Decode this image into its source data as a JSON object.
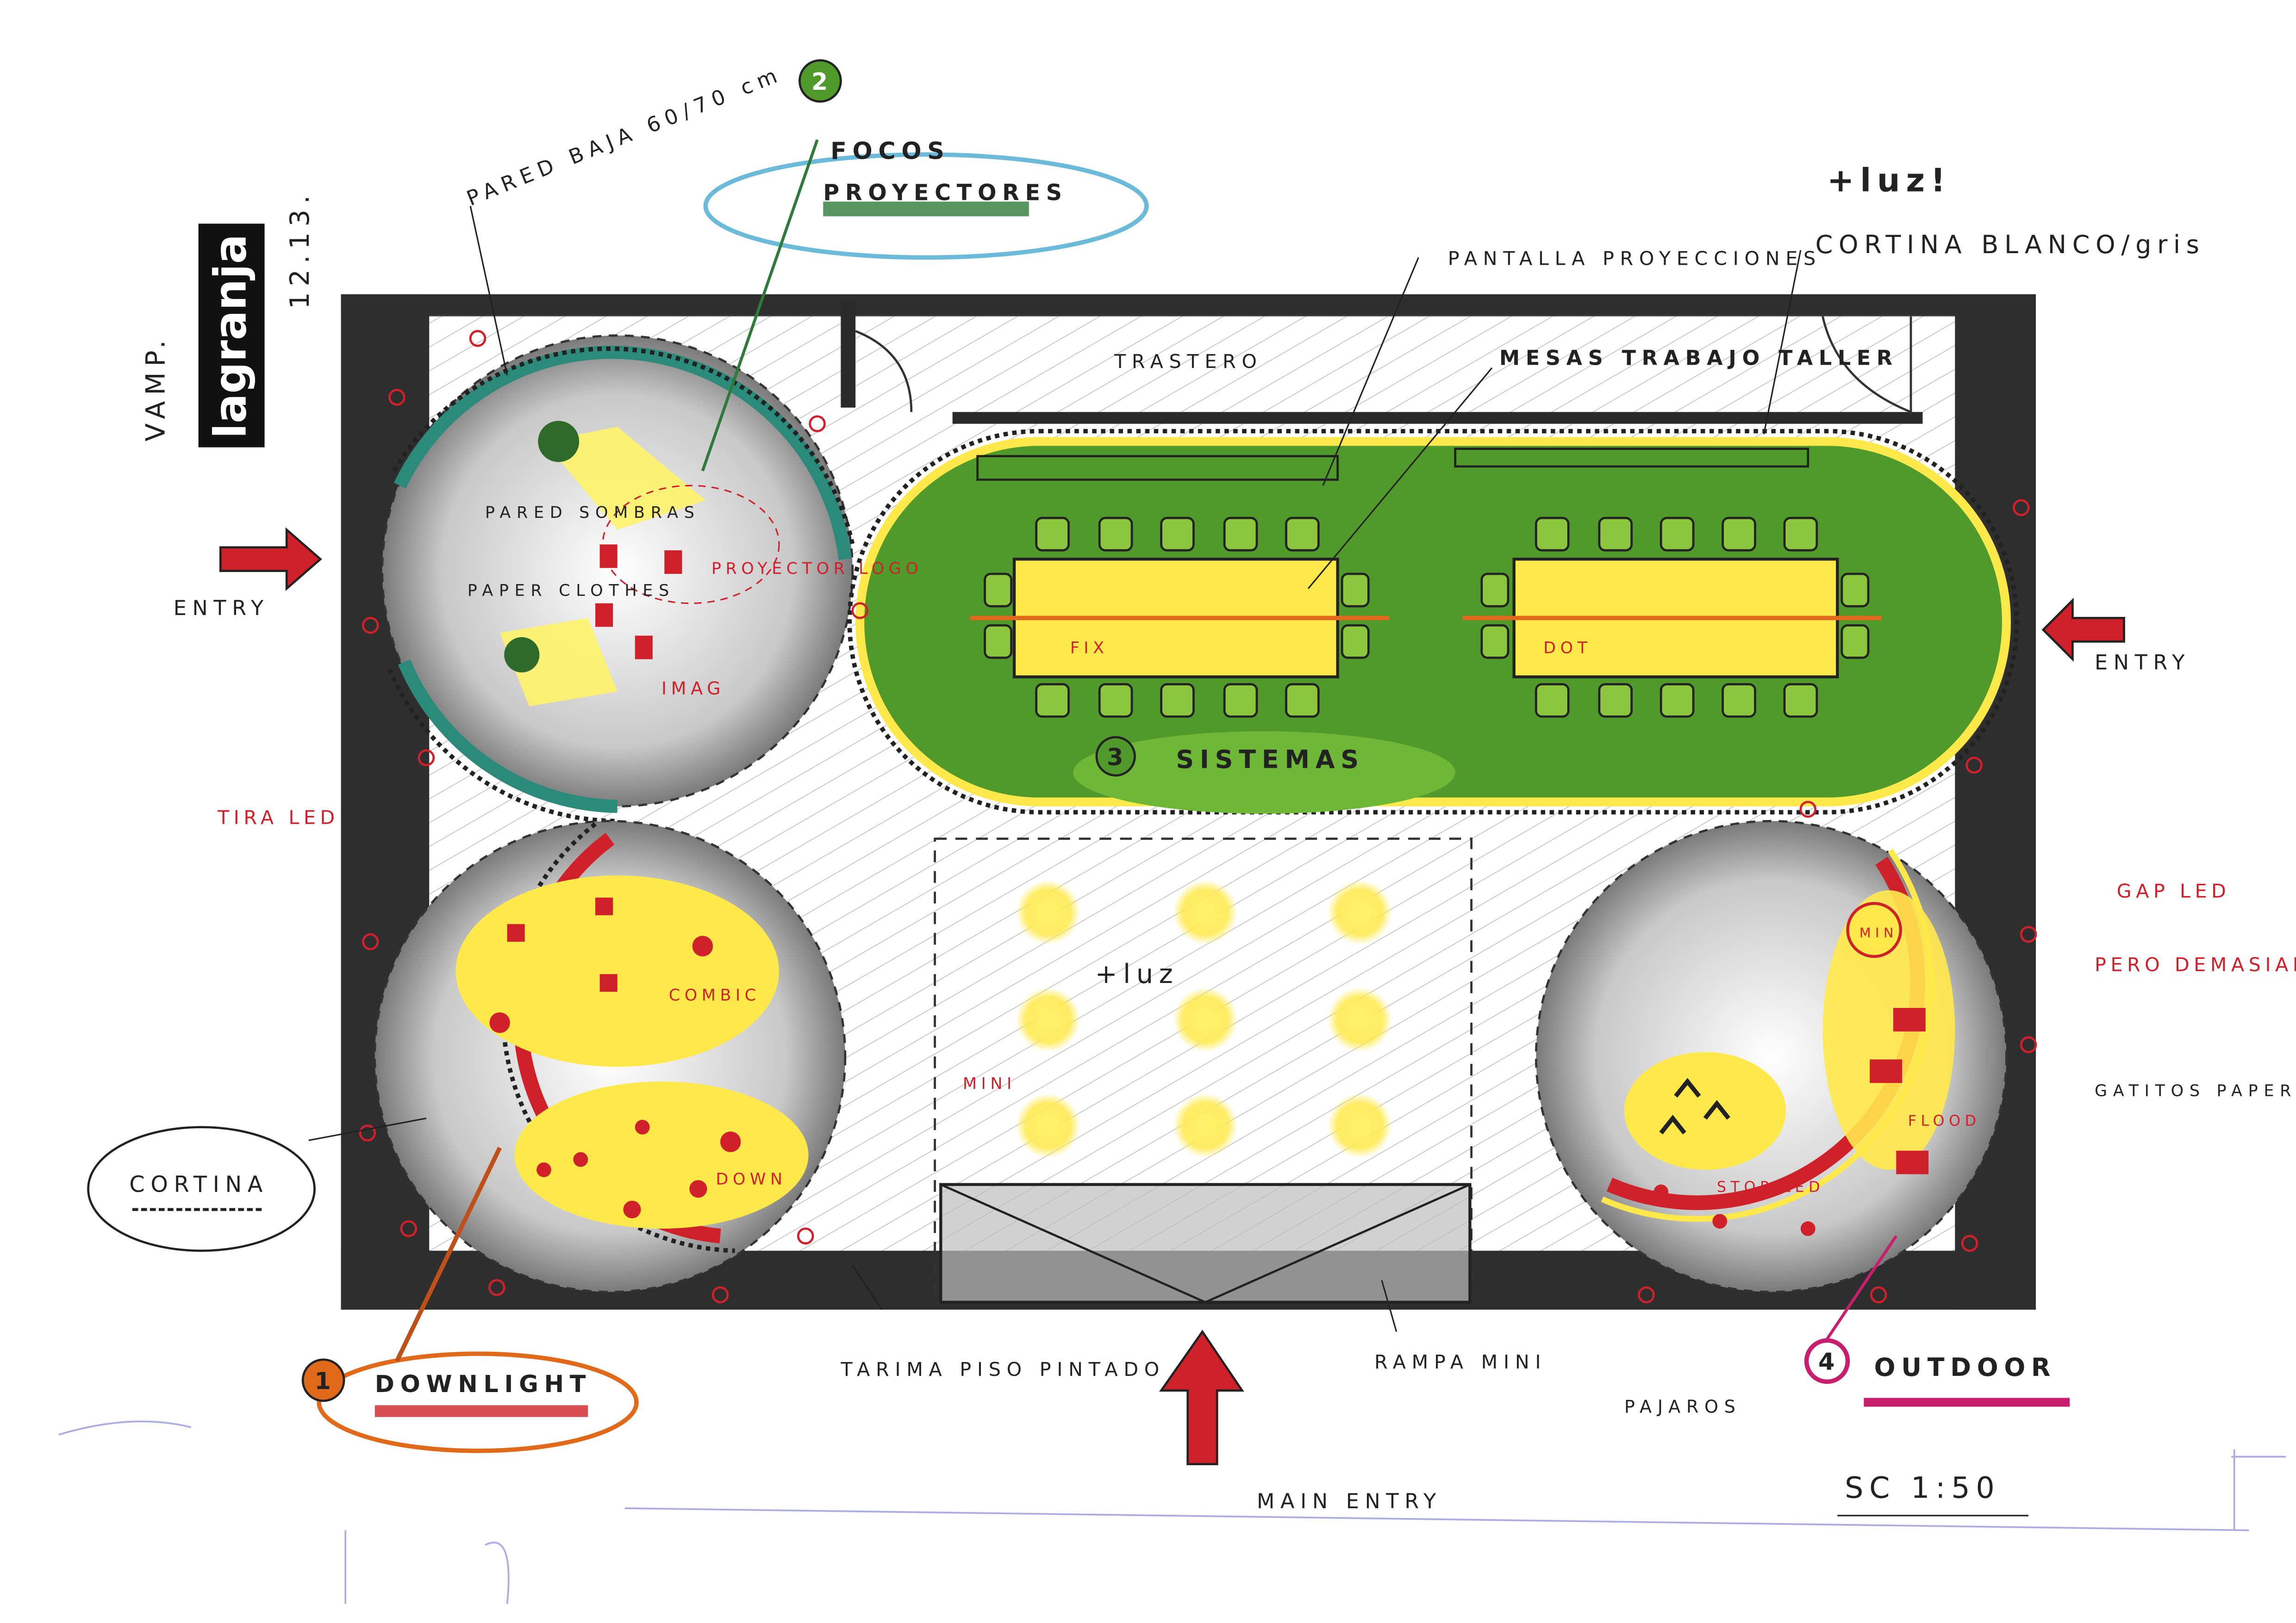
{
  "logo": {
    "text": "lagranja",
    "date": "12.13.",
    "signature": "VAMP."
  },
  "colors": {
    "wall": "#3a3a3a",
    "green": "#4f9a2a",
    "light_green": "#8cc63f",
    "yellow": "#ffe94a",
    "red": "#d0202a",
    "teal": "#2b8a7a",
    "orange": "#e06a1a",
    "magenta": "#c81e6e",
    "blue_ellipse": "#6bbad9"
  },
  "callouts": {
    "c1": {
      "number": "1",
      "title": "DOWNLIGHT"
    },
    "c2": {
      "number": "2",
      "title": "FOCOS",
      "subtitle": "PROYECTORES"
    },
    "c3": {
      "number": "3",
      "title": "SISTEMAS"
    },
    "c4": {
      "number": "4",
      "title": "OUTDOOR"
    }
  },
  "labels": {
    "pared_baja": "PARED BAJA 60/70 cm",
    "mas_luz_top": "+luz!",
    "cortina_blanco": "CORTINA BLANCO/gris",
    "pantalla": "PANTALLA PROYECCIONES",
    "trastero": "TRASTERO",
    "mesas": "MESAS TRABAJO TALLER",
    "entry_left": "ENTRY",
    "entry_right": "ENTRY",
    "pared_sombras": "PARED SOMBRAS",
    "projector_logo": "PROYECTOR LOGO",
    "paper_clothes": "PAPER CLOTHES",
    "imag": "IMAG",
    "tira_led": "TIRA LED",
    "combi": "COMBIC",
    "down": "DOWN",
    "cortina": "CORTINA",
    "mas_luz_center": "+luz",
    "mini": "MINI",
    "fix": "FIX",
    "dot": "DOT",
    "gap_led": "GAP LED",
    "pero_demasiado": "PERO DEMASIAD. GRANDE!!",
    "gatitos": "GATITOS PAPER",
    "mini_right": "MINI",
    "flood": "FLOOD",
    "stop_led": "STOP LED",
    "tarima": "TARIMA PISO PINTADO",
    "rampa": "RAMPA MINI",
    "pajaros": "PAJAROS",
    "main_entry": "MAIN ENTRY",
    "scale": "SC 1:50"
  }
}
